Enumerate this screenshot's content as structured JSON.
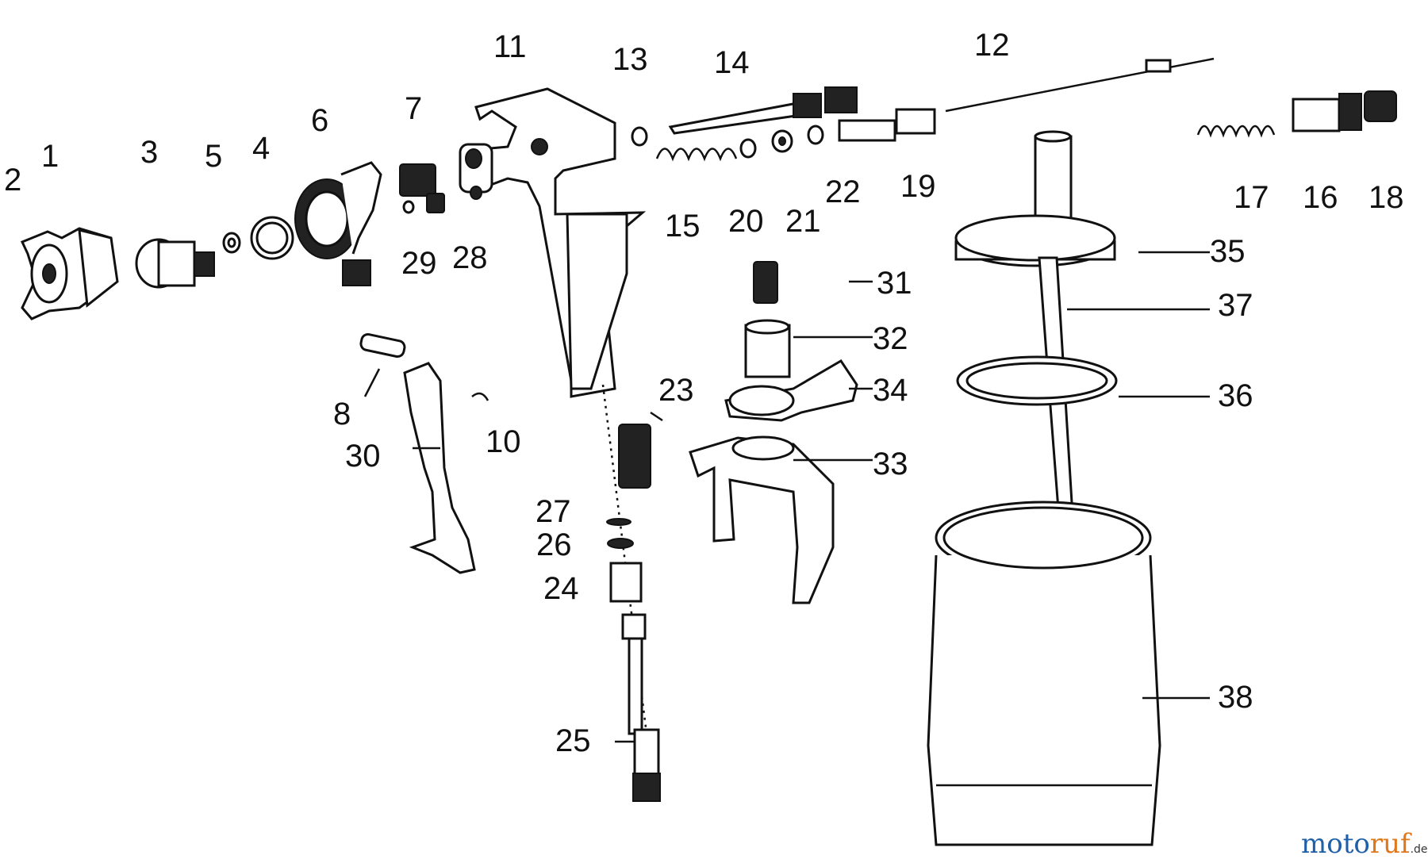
{
  "labels": {
    "p1": "1",
    "p2": "2",
    "p3": "3",
    "p4": "4",
    "p5": "5",
    "p6": "6",
    "p7": "7",
    "p8": "8",
    "p10": "10",
    "p11": "11",
    "p12": "12",
    "p13": "13",
    "p14": "14",
    "p15": "15",
    "p16": "16",
    "p17": "17",
    "p18": "18",
    "p19": "19",
    "p20": "20",
    "p21": "21",
    "p22": "22",
    "p23": "23",
    "p24": "24",
    "p25": "25",
    "p26": "26",
    "p27": "27",
    "p28": "28",
    "p29": "29",
    "p30": "30",
    "p31": "31",
    "p32": "32",
    "p33": "33",
    "p34": "34",
    "p35": "35",
    "p36": "36",
    "p37": "37",
    "p38": "38"
  },
  "watermark": {
    "part_a": "moto",
    "part_b": "ruf",
    "suffix": ".de"
  }
}
